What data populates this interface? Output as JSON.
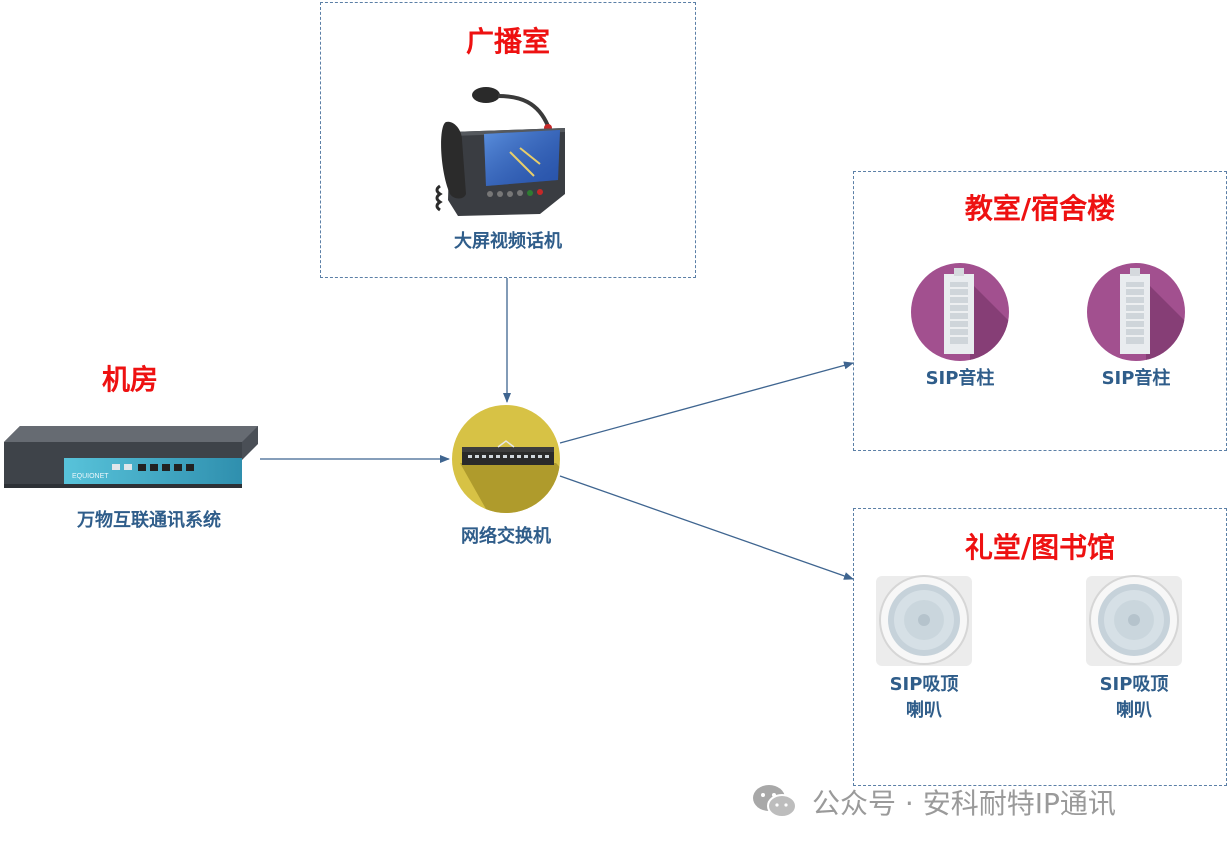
{
  "zones": {
    "broadcast": "广播室",
    "server_room": "机房",
    "classroom": "教室/宿舍楼",
    "hall": "礼堂/图书馆"
  },
  "devices": {
    "video_phone": "大屏视频话机",
    "iot_system": "万物互联通讯系统",
    "switch": "网络交换机",
    "sip_column_1": "SIP音柱",
    "sip_column_2": "SIP音柱",
    "sip_ceiling_1": "SIP吸顶\n喇叭",
    "sip_ceiling_2": "SIP吸顶\n喇叭"
  },
  "rack_brand": "EQUIONET",
  "watermark": "公众号 · 安科耐特IP通讯",
  "colors": {
    "title_red": "#ee1111",
    "label_blue": "#2f5d8a",
    "dash_border": "#5b7fa6",
    "arrow": "#3f6590",
    "speaker_circle": "#a2508f",
    "switch_circle": "#d7c245"
  }
}
